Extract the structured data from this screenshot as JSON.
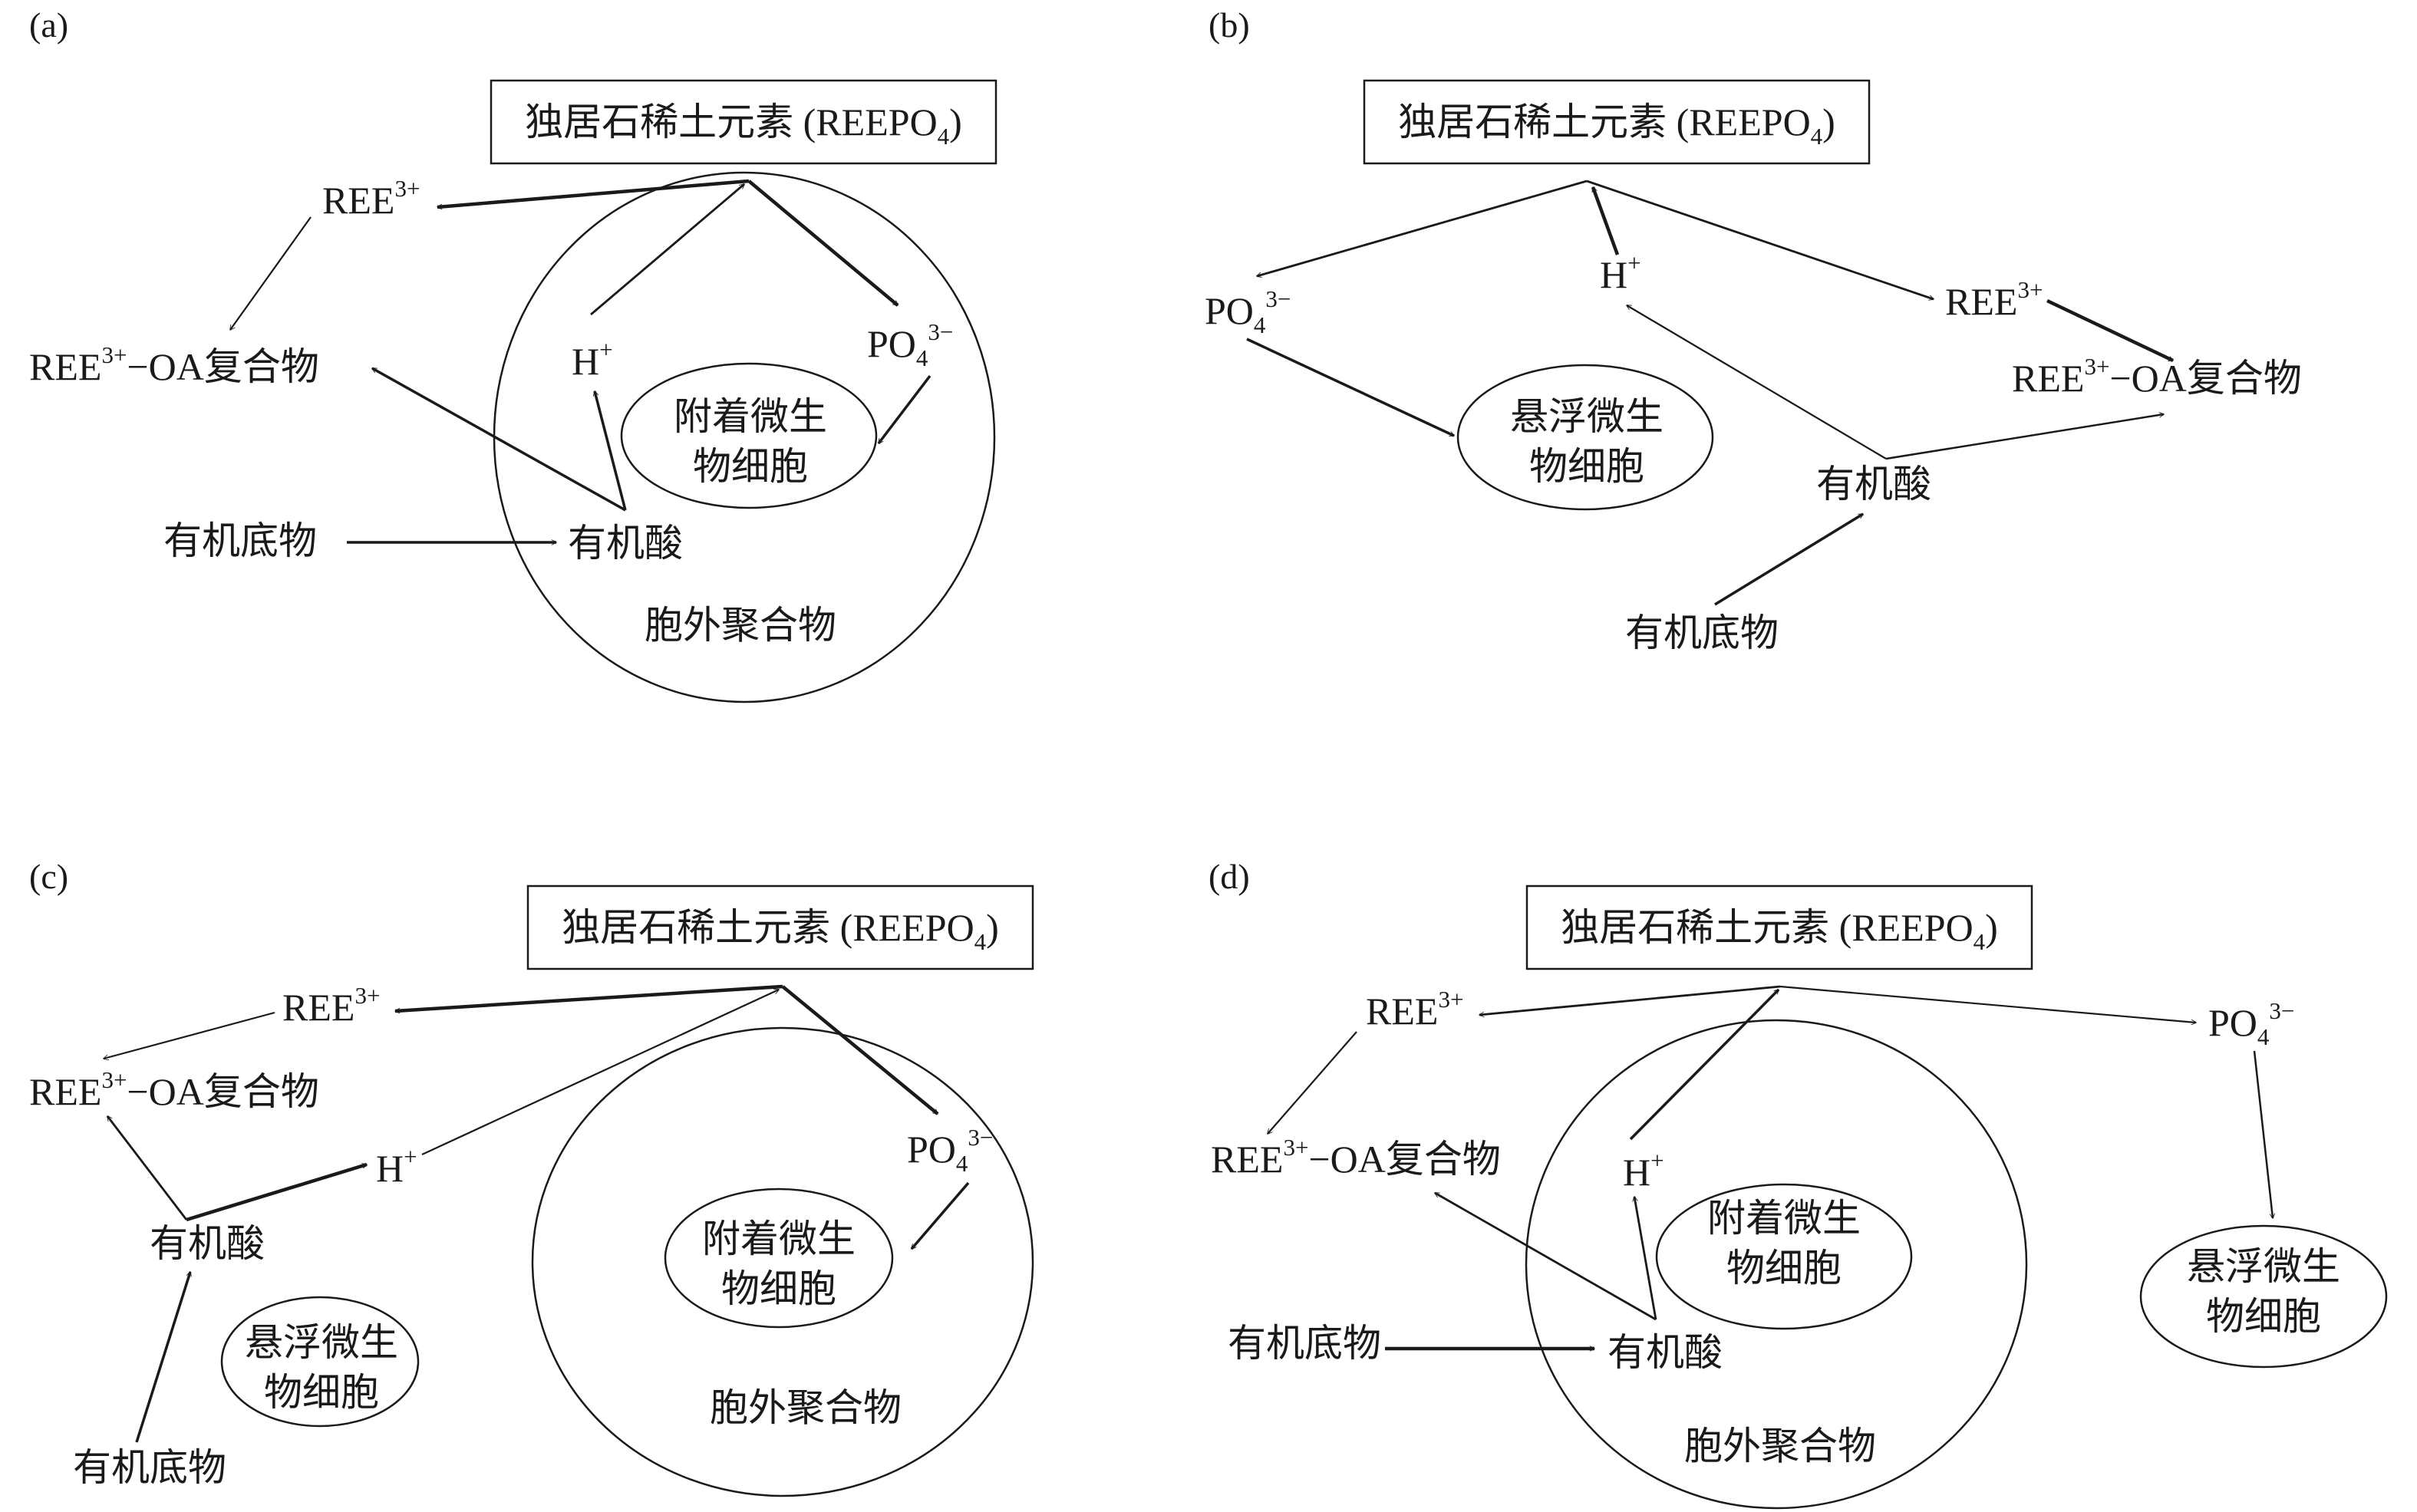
{
  "colors": {
    "ink": "#1a1a1a",
    "background": "#ffffff"
  },
  "panels": {
    "a": {
      "label": "(a)",
      "mineral": {
        "name": "独居石稀土元素 (REEPO",
        "sub": "4",
        "tail": ")"
      },
      "ree": {
        "base": "REE",
        "sup": "3+"
      },
      "complex": {
        "base": "REE",
        "sup": "3+",
        "tail": "−OA复合物"
      },
      "hplus": {
        "base": "H",
        "sup": "+"
      },
      "phosphate": {
        "base": "PO",
        "sub": "4",
        "sup": "3−"
      },
      "cell": {
        "line1": "附着微生",
        "line2": "物细胞"
      },
      "substrate": "有机底物",
      "acid": "有机酸",
      "eps": "胞外聚合物"
    },
    "b": {
      "label": "(b)",
      "mineral": {
        "name": "独居石稀土元素 (REEPO",
        "sub": "4",
        "tail": ")"
      },
      "phosphate": {
        "base": "PO",
        "sub": "4",
        "sup": "3−"
      },
      "hplus": {
        "base": "H",
        "sup": "+"
      },
      "ree": {
        "base": "REE",
        "sup": "3+"
      },
      "complex": {
        "base": "REE",
        "sup": "3+",
        "tail": "−OA复合物"
      },
      "cell": {
        "line1": "悬浮微生",
        "line2": "物细胞"
      },
      "acid": "有机酸",
      "substrate": "有机底物"
    },
    "c": {
      "label": "(c)",
      "mineral": {
        "name": "独居石稀土元素 (REEPO",
        "sub": "4",
        "tail": ")"
      },
      "ree": {
        "base": "REE",
        "sup": "3+"
      },
      "complex": {
        "base": "REE",
        "sup": "3+",
        "tail": "−OA复合物"
      },
      "hplus": {
        "base": "H",
        "sup": "+"
      },
      "phosphate": {
        "base": "PO",
        "sub": "4",
        "sup": "3−"
      },
      "acid": "有机酸",
      "attached_cell": {
        "line1": "附着微生",
        "line2": "物细胞"
      },
      "suspended_cell": {
        "line1": "悬浮微生",
        "line2": "物细胞"
      },
      "substrate": "有机底物",
      "eps": "胞外聚合物"
    },
    "d": {
      "label": "(d)",
      "mineral": {
        "name": "独居石稀土元素 (REEPO",
        "sub": "4",
        "tail": ")"
      },
      "ree": {
        "base": "REE",
        "sup": "3+"
      },
      "phosphate": {
        "base": "PO",
        "sub": "4",
        "sup": "3−"
      },
      "complex": {
        "base": "REE",
        "sup": "3+",
        "tail": "−OA复合物"
      },
      "hplus": {
        "base": "H",
        "sup": "+"
      },
      "attached_cell": {
        "line1": "附着微生",
        "line2": "物细胞"
      },
      "suspended_cell": {
        "line1": "悬浮微生",
        "line2": "物细胞"
      },
      "substrate": "有机底物",
      "acid": "有机酸",
      "eps": "胞外聚合物"
    }
  }
}
